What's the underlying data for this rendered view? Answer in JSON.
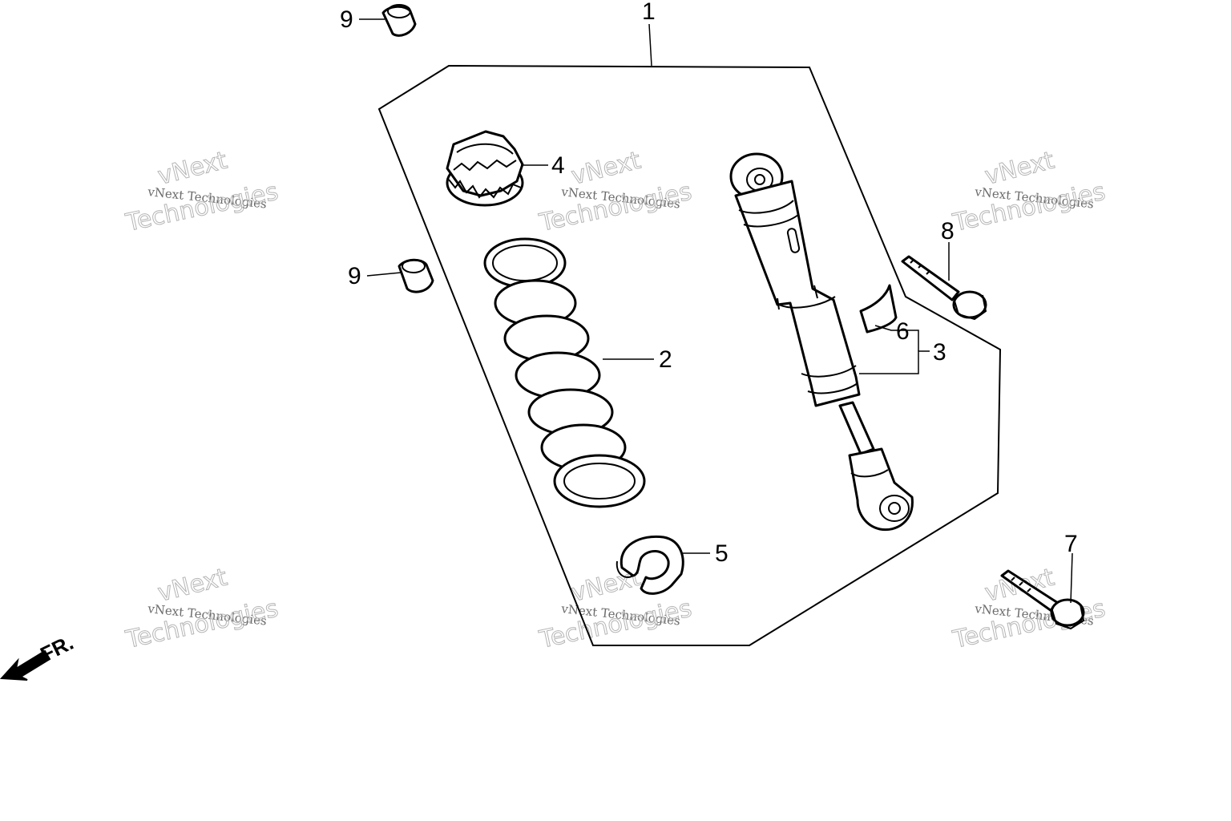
{
  "callouts": [
    {
      "id": "1",
      "text": "1"
    },
    {
      "id": "2",
      "text": "2"
    },
    {
      "id": "3",
      "text": "3"
    },
    {
      "id": "4",
      "text": "4"
    },
    {
      "id": "5",
      "text": "5"
    },
    {
      "id": "6",
      "text": "6"
    },
    {
      "id": "7",
      "text": "7"
    },
    {
      "id": "8",
      "text": "8"
    },
    {
      "id": "9a",
      "text": "9"
    },
    {
      "id": "9b",
      "text": "9"
    }
  ],
  "direction_marker": "FR.",
  "watermark": {
    "line1": "vNext Technologies",
    "logo_top": "vNext",
    "logo_bottom": "Technologies"
  }
}
